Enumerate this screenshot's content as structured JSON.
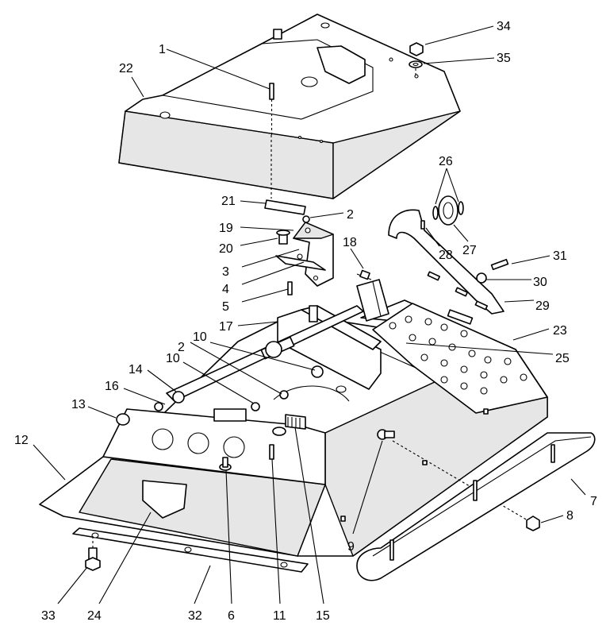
{
  "callouts": [
    {
      "id": "1",
      "label": "1"
    },
    {
      "id": "2a",
      "label": "2"
    },
    {
      "id": "2b",
      "label": "2"
    },
    {
      "id": "3",
      "label": "3"
    },
    {
      "id": "4",
      "label": "4"
    },
    {
      "id": "5",
      "label": "5"
    },
    {
      "id": "6",
      "label": "6"
    },
    {
      "id": "7",
      "label": "7"
    },
    {
      "id": "8",
      "label": "8"
    },
    {
      "id": "9",
      "label": "9"
    },
    {
      "id": "10a",
      "label": "10"
    },
    {
      "id": "10b",
      "label": "10"
    },
    {
      "id": "11",
      "label": "11"
    },
    {
      "id": "12",
      "label": "12"
    },
    {
      "id": "13",
      "label": "13"
    },
    {
      "id": "14",
      "label": "14"
    },
    {
      "id": "15",
      "label": "15"
    },
    {
      "id": "16",
      "label": "16"
    },
    {
      "id": "17",
      "label": "17"
    },
    {
      "id": "18",
      "label": "18"
    },
    {
      "id": "19",
      "label": "19"
    },
    {
      "id": "20",
      "label": "20"
    },
    {
      "id": "21",
      "label": "21"
    },
    {
      "id": "22",
      "label": "22"
    },
    {
      "id": "23",
      "label": "23"
    },
    {
      "id": "24",
      "label": "24"
    },
    {
      "id": "25",
      "label": "25"
    },
    {
      "id": "26",
      "label": "26"
    },
    {
      "id": "27",
      "label": "27"
    },
    {
      "id": "28",
      "label": "28"
    },
    {
      "id": "29",
      "label": "29"
    },
    {
      "id": "30",
      "label": "30"
    },
    {
      "id": "31",
      "label": "31"
    },
    {
      "id": "32",
      "label": "32"
    },
    {
      "id": "33",
      "label": "33"
    },
    {
      "id": "34",
      "label": "34"
    },
    {
      "id": "35",
      "label": "35"
    }
  ]
}
